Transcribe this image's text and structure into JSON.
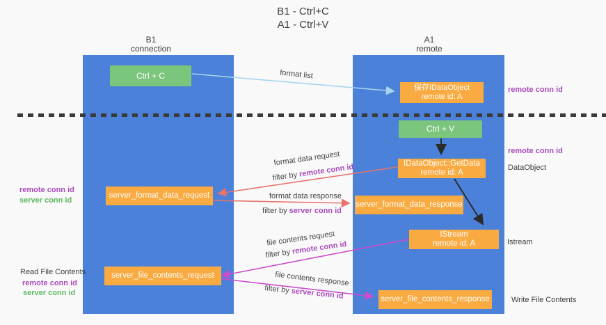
{
  "title": {
    "line1": "B1 - Ctrl+C",
    "line2": "A1 - Ctrl+V"
  },
  "lanes": {
    "b1": {
      "name": "B1",
      "role": "connection"
    },
    "a1": {
      "name": "A1",
      "role": "remote"
    }
  },
  "nodes": {
    "ctrl_c": {
      "label": "Ctrl + C"
    },
    "ctrl_v": {
      "label": "Ctrl + V"
    },
    "save_idataobject": {
      "line1": "保存IDataObject",
      "line2": "remote id: A"
    },
    "idataobject_getdata": {
      "line1": "IDataObject::GetData",
      "line2": "remote id: A"
    },
    "istream": {
      "line1": "IStream",
      "line2": "remote id: A"
    },
    "server_format_data_request": {
      "label": "server_format_data_request"
    },
    "server_format_data_response": {
      "label": "server_format_data_response"
    },
    "server_file_contents_request": {
      "label": "server_file_contents_request"
    },
    "server_file_contents_response": {
      "label": "server_file_contents_response"
    }
  },
  "side_labels": {
    "right_remote_conn_id_top": "remote conn id",
    "right_remote_conn_id_mid": "remote conn id",
    "right_dataobject": "DataObject",
    "right_istream": "Istream",
    "right_write_file_contents": "Write File Contents",
    "left_remote_conn_id_top": "remote conn id",
    "left_server_conn_id_top": "server conn id",
    "left_read_file_contents": "Read File Contents",
    "left_remote_conn_id_bottom": "remote conn id",
    "left_server_conn_id_bottom": "server conn id"
  },
  "flow_labels": {
    "format_list": "format list",
    "format_data_request": "format data request",
    "format_data_request_filter_prefix": "filter by ",
    "format_data_request_filter_key": "remote conn id",
    "format_data_response": "format data response",
    "format_data_response_filter_prefix": "filter by ",
    "format_data_response_filter_key": "server conn id",
    "file_contents_request": "file contents request",
    "file_contents_request_filter_prefix": "filter by ",
    "file_contents_request_filter_key": "remote conn id",
    "file_contents_response": "file contents response",
    "file_contents_response_filter_prefix": "filter by ",
    "file_contents_response_filter_key": "server conn id"
  },
  "colors": {
    "lane_blue": "#4b81d8",
    "node_green": "#7cc57d",
    "node_orange": "#f9aa41",
    "arrow_light_blue": "#a9d4f0",
    "arrow_salmon": "#e8736c",
    "arrow_magenta": "#cc4ccc",
    "arrow_black": "#2b2b2b",
    "text_purple": "#a94cbb",
    "text_green": "#5cb85c",
    "text_dark": "#3c3c3c"
  }
}
